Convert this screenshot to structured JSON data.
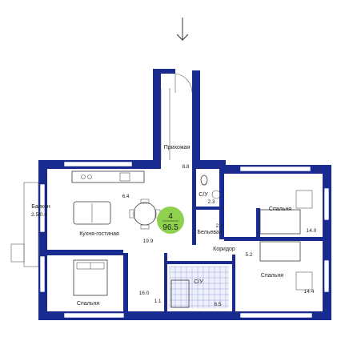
{
  "plan": {
    "rooms": [
      {
        "id": "entrance",
        "name": "Прихожая",
        "area": "8.8"
      },
      {
        "id": "bath-small",
        "name": "С/У",
        "area": "2.3"
      },
      {
        "id": "laundry",
        "name": "Бельевая",
        "area": "2.2"
      },
      {
        "id": "living",
        "name": "Кухня-гостиная",
        "area": "19.9"
      },
      {
        "id": "kitchen-zone",
        "name": "",
        "area": "6.4"
      },
      {
        "id": "balcony",
        "name": "Балкон",
        "area": "2.5/0.8"
      },
      {
        "id": "corridor",
        "name": "Коридор",
        "area": "5.2"
      },
      {
        "id": "bedroom-ne",
        "name": "Спальня",
        "area": "14.0"
      },
      {
        "id": "bedroom-se",
        "name": "Спальня",
        "area": "14.4"
      },
      {
        "id": "bedroom-sw",
        "name": "Спальня",
        "area": "16.0"
      },
      {
        "id": "bath-large",
        "name": "С/У",
        "area": "6.5"
      },
      {
        "id": "closet",
        "name": "",
        "area": "1.1"
      }
    ],
    "badge": {
      "rooms": "4",
      "total": "96.5",
      "color": "#8fd14f"
    },
    "colors": {
      "wall": "#1a2b8f",
      "line": "#3a3a3a"
    },
    "icons": [
      "entry-arrow-icon"
    ]
  }
}
